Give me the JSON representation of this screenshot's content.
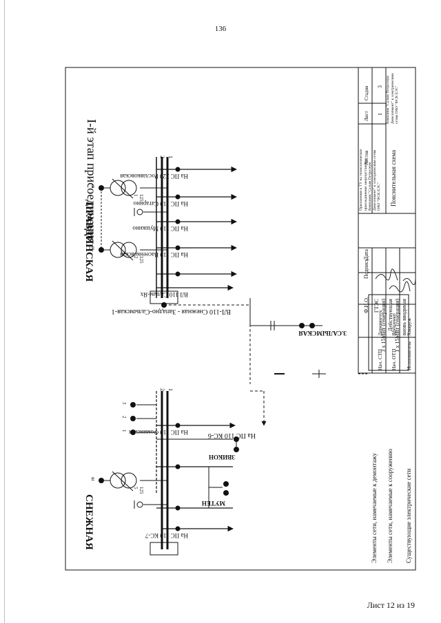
{
  "page_number": "136",
  "footer": "Лист 12 из 19",
  "stage_title": "I-й этап присоединения",
  "stations": {
    "pravdinskaya": "ПРАВДИНСКАЯ",
    "snezhnaya": "СНЕЖНАЯ"
  },
  "lines": {
    "rozlyakovskaya": "На ПС 220 Рославковская",
    "satarino": "На ПС 110 Сатарино",
    "mushkino": "На ПС 110 Мушкино",
    "vaseenkovskaya": "На ПС 110 Васеенковская",
    "salym_yakh": "ВЛ 110 Салым-Ях",
    "fominskaya": "На ПС 110 Фоминская",
    "ks6": "На ПС 110 КС-6",
    "ks7": "На ПС 110 КС-7",
    "vl_main": "ВЛ-110 Снежная - Западно-Салымская-1"
  },
  "labels": {
    "zap_salym": "З.САЛЫМСКАЯ",
    "zvikon": "ЗВИКОН",
    "myten": "МУТЕН",
    "sh": "ш",
    "bus1": "1",
    "bus2": "2",
    "bus3": "3",
    "tr_cap_p1": "1",
    "tr_ratio_p1": "125",
    "tr_cap_p2": "2",
    "tr_ratio_p2": "125",
    "tr_cap_s": "5",
    "tr_ratio_s": "125"
  },
  "gtes_box": {
    "line1": "ГТЭС",
    "line2": "3 х 15МВт (генерация)",
    "line3": "Действующая",
    "line4": "1 х 15МВт (генерация)",
    "line5": "вновь вводимая"
  },
  "legend": [
    "Элементы сети, намечаемые к сооружению",
    "Элементы сети, намечаемые к демонтажу",
    "Существующие электрические сети"
  ],
  "title_block": {
    "headers": {
      "fio": "Ф.И.О.",
      "sign": "Подпись",
      "date": "Дата"
    },
    "rows": [
      {
        "role": "Нач. СТП",
        "name": "Деревянчук"
      },
      {
        "role": "Нач. ОТП",
        "name": "Ярошенко"
      },
      {
        "role": "Исполнитель",
        "name": "Хмаруж"
      }
    ],
    "project": "Приложение к ТУ на технологическое присоединение энергоустановок Компании \"Салым Петролеум Девелопмент\" к электрическим сетям ОАО \"ФСК ЕЭС\"",
    "doc_title": "Пояснительная схема",
    "stage_h": "Стадия",
    "sheet_h": "Лист",
    "sheets_h": "Листов",
    "stage_v": "",
    "sheet_v": "1",
    "sheets_v": "3",
    "company": "Компания \"Салым Петролеум Девелопмент\" к электрическим сетям ОАО \"ФСК ЕЭС\""
  }
}
